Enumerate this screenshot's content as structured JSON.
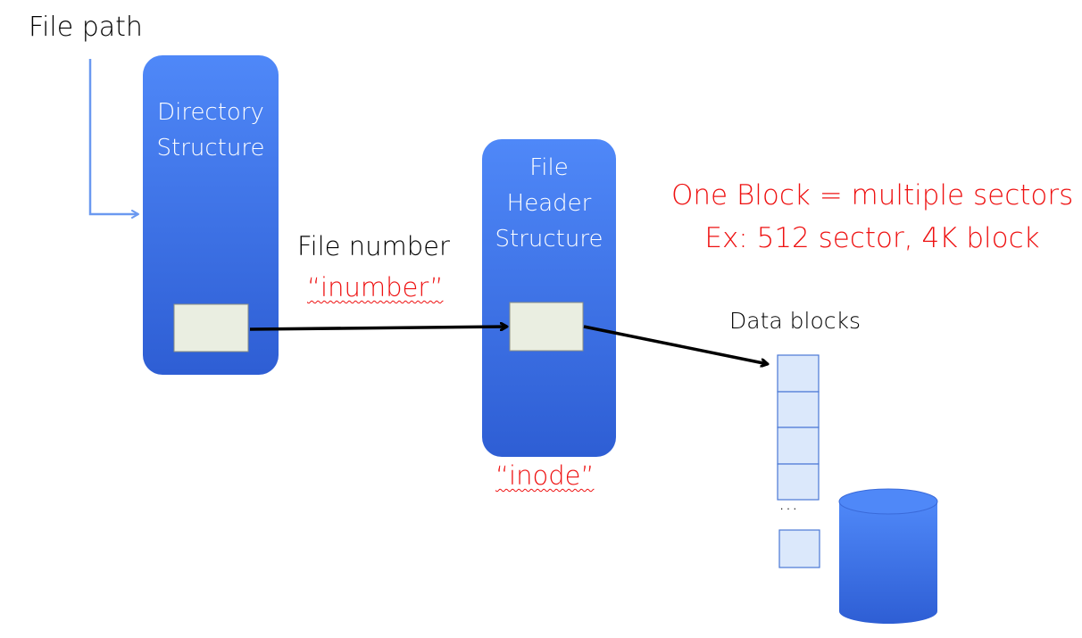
{
  "diagram": {
    "file_path_label": "File path",
    "directory_box": {
      "line1": "Directory",
      "line2": "Structure"
    },
    "file_number_label": "File number",
    "inumber_label": "“inumber”",
    "file_header_box": {
      "line1": "File",
      "line2": "Header",
      "line3": "Structure"
    },
    "inode_label": "“inode”",
    "block_note": {
      "line1": "One Block = multiple sectors",
      "line2": "Ex: 512 sector,  4K block"
    },
    "data_blocks_label": "Data blocks",
    "ellipsis": "…"
  },
  "colors": {
    "box_fill_top": "#4f86f7",
    "box_fill_bottom": "#2f5fd6",
    "pointer_cell_fill": "#eaeee1",
    "block_fill": "#dbe8fb",
    "block_stroke": "#4a78d6",
    "path_arrow": "#6b99f0",
    "arrow": "#000000",
    "accent_red": "#ee1111"
  }
}
